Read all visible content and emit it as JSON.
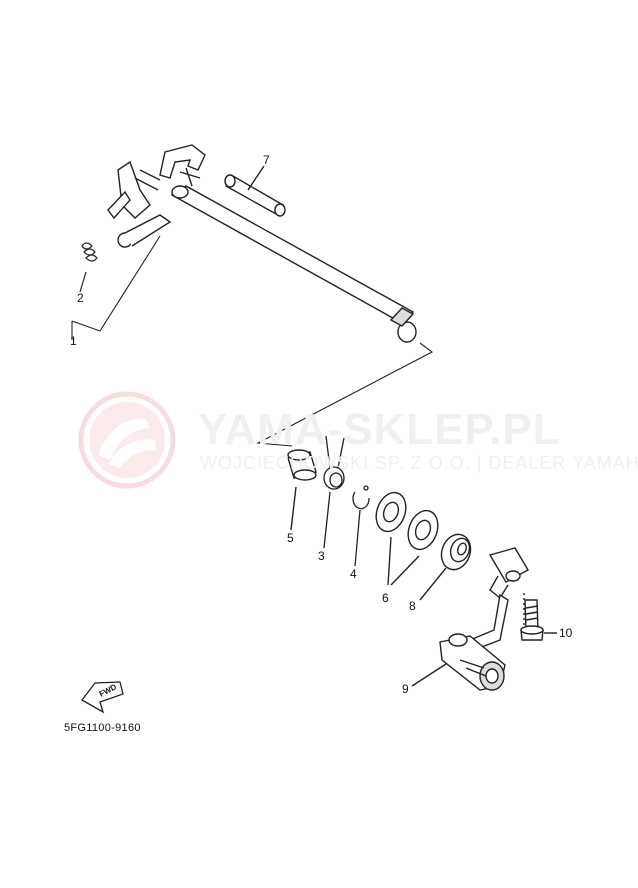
{
  "watermark": {
    "title": "YAMA-SKLEP.PL",
    "subtitle": "WOJCIECHOWSKI SP. Z O.O. | DEALER YAMAHA",
    "logo_icon": "yamaha-tuning-fork-logo"
  },
  "callouts": [
    "1",
    "2",
    "3",
    "4",
    "5",
    "6",
    "7",
    "8",
    "9",
    "10"
  ],
  "fwd_label": "FWD",
  "diagram_code": "5FG1100-9160",
  "colors": {
    "line": "#222222",
    "watermark": "#f2c9c9"
  }
}
